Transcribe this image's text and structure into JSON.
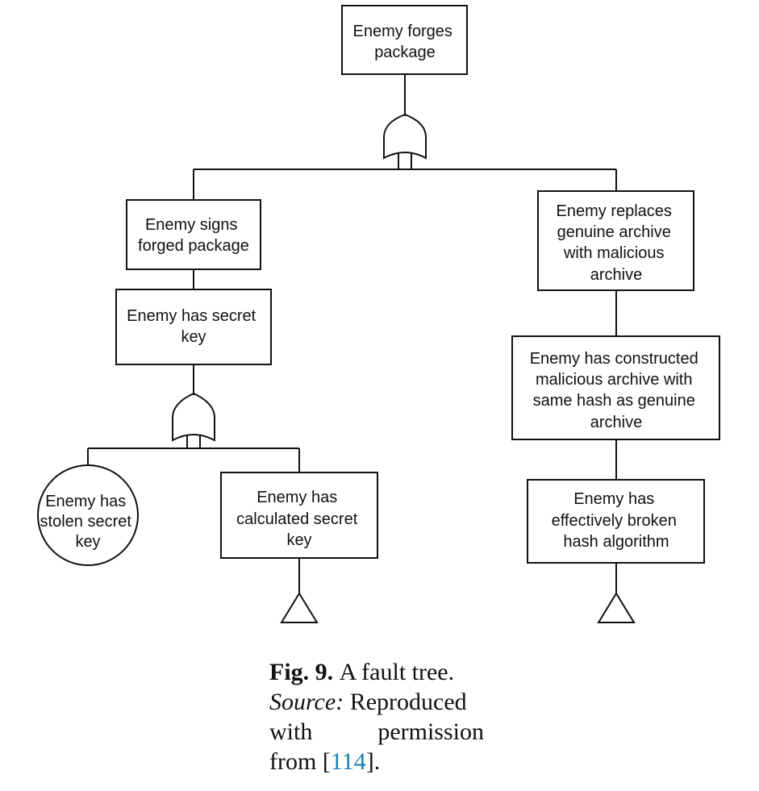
{
  "nodes": {
    "top": [
      "Enemy forges",
      "package"
    ],
    "signs": [
      "Enemy signs",
      "forged package"
    ],
    "secret_key": [
      "Enemy has secret",
      "key"
    ],
    "stolen": [
      "Enemy has",
      "stolen secret",
      "key"
    ],
    "calculated": [
      "Enemy has",
      "calculated secret",
      "key"
    ],
    "replaces": [
      "Enemy replaces",
      "genuine archive",
      "with malicious",
      "archive"
    ],
    "constructed": [
      "Enemy has constructed",
      "malicious archive with",
      "same hash as genuine",
      "archive"
    ],
    "broken": [
      "Enemy has",
      "effectively broken",
      "hash algorithm"
    ]
  },
  "caption": {
    "fig_label": "Fig. 9.",
    "fig_text": "A fault tree.",
    "source_label": "Source:",
    "source_text": "Reproduced",
    "line3_a": "with",
    "line3_b": "permission",
    "line4_prefix": "from [",
    "ref": "114",
    "line4_suffix": "]."
  },
  "colors": {
    "stroke": "#111111",
    "link": "#1a7fb5"
  }
}
